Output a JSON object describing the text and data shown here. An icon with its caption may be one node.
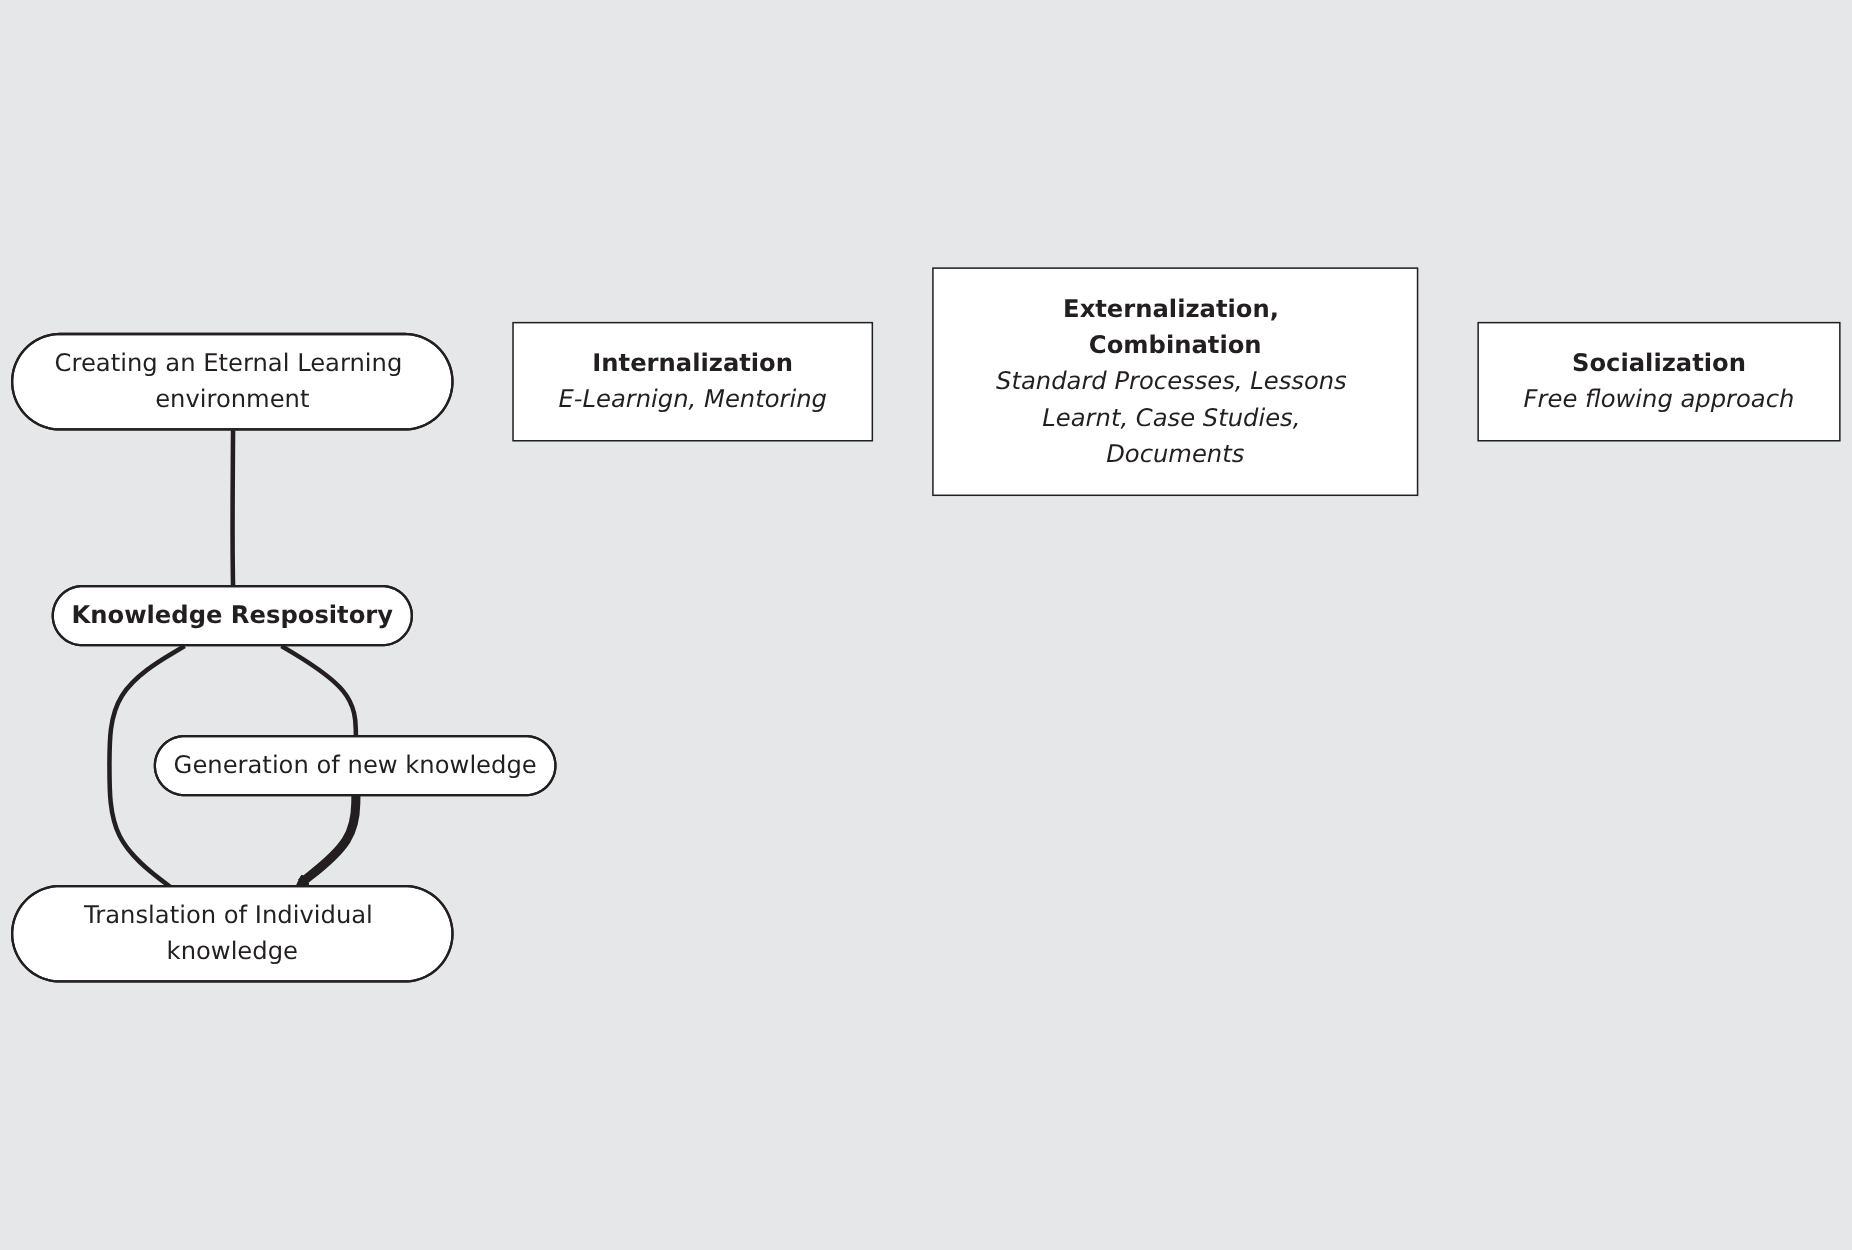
{
  "diagram": {
    "nodes": [
      {
        "text": [
          "Creating an Eternal Learning environment"
        ]
      },
      {
        "text": [
          "Internalization",
          "E-Learnign, Mentoring"
        ]
      },
      {
        "text": [
          "Knowledge Respository"
        ]
      },
      {
        "text": [
          "Translation of Individual knowledge"
        ]
      },
      {
        "text": [
          "Generation of new knowledge"
        ]
      },
      {
        "text": [
          "Externalization, Combination",
          "Standard Processes, Lessons Learnt, Case Studies, Documents"
        ]
      },
      {
        "text": [
          "Socialization",
          "Free flowing approach"
        ]
      }
    ],
    "edges": [
      {
        "from": 0,
        "to": 2,
        "arrow": "none"
      },
      {
        "from": 2,
        "to": 3,
        "arrow": "none"
      },
      {
        "from": 2,
        "to": 4,
        "arrow": "none"
      },
      {
        "from": 4,
        "to": 3,
        "arrow": "to",
        "style": "thick"
      }
    ]
  }
}
